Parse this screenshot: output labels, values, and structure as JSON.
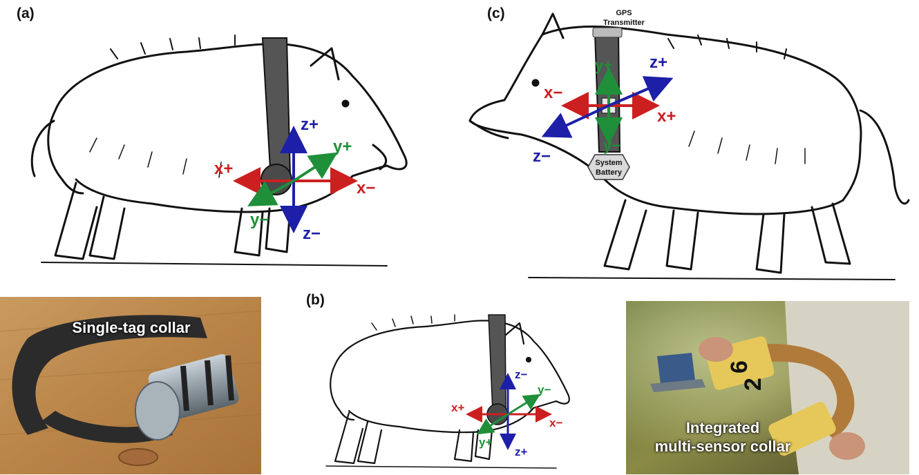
{
  "panels": {
    "a": {
      "letter": "(a)"
    },
    "b": {
      "letter": "(b)"
    },
    "c": {
      "letter": "(c)"
    }
  },
  "axis_labels_a": {
    "z_pos": "z+",
    "z_neg": "z−",
    "y_pos": "y+",
    "y_neg": "y−",
    "x_pos": "x+",
    "x_neg": "x−"
  },
  "axis_labels_b": {
    "z_pos": "z+",
    "z_neg": "z−",
    "y_pos": "y+",
    "y_neg": "y−",
    "x_pos": "x+",
    "x_neg": "x−"
  },
  "axis_labels_c": {
    "z_pos": "z+",
    "z_neg": "z−",
    "y_pos": "y+",
    "y_neg": "y−",
    "x_pos": "x+",
    "x_neg": "x−"
  },
  "collar_c": {
    "gps_line1": "GPS",
    "gps_line2": "Transmitter",
    "battery_line1": "System",
    "battery_line2": "Battery"
  },
  "photos": {
    "single_tag": "Single-tag collar",
    "multi_sensor_line1": "Integrated",
    "multi_sensor_line2": "multi-sensor collar"
  },
  "colors": {
    "x_axis": "#cc1f1f",
    "y_axis": "#1f8f3a",
    "z_axis": "#1d1fa8",
    "collar": "#555555"
  }
}
